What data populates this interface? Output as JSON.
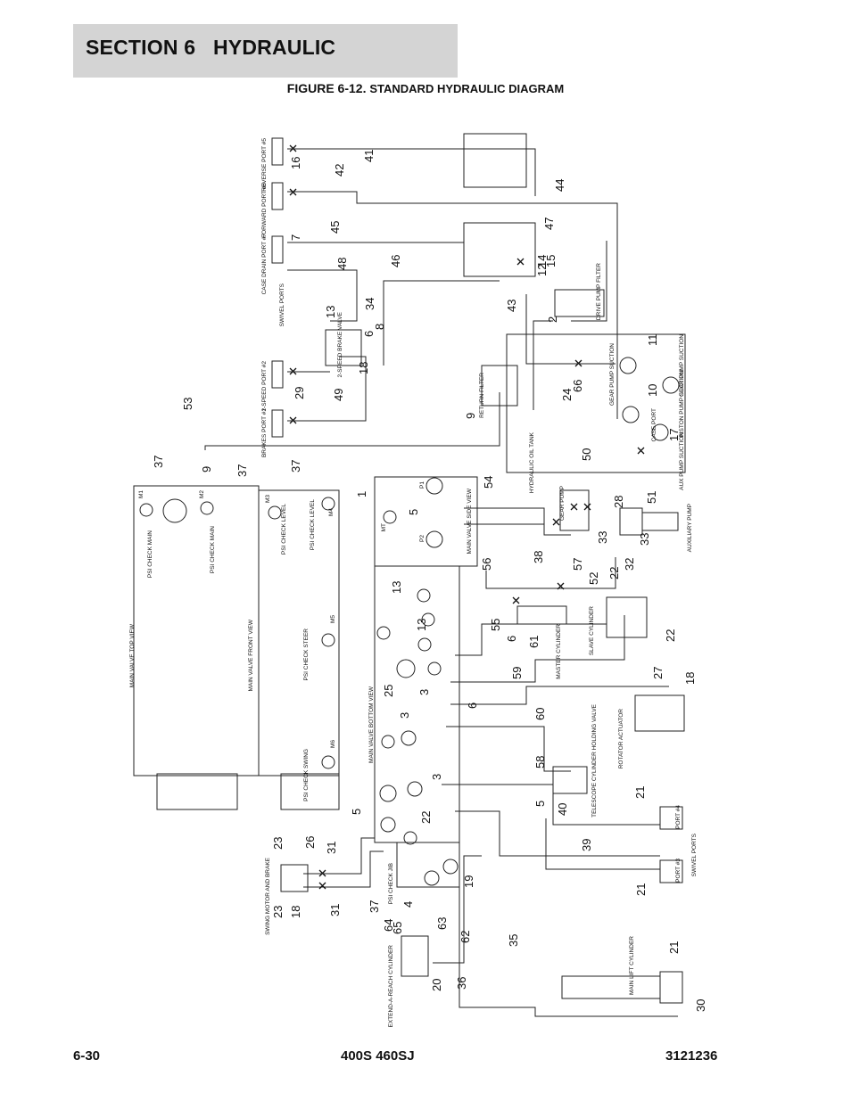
{
  "header": {
    "section_title": "SECTION 6   HYDRAULIC",
    "figure_label": "FIGURE 6-12.",
    "figure_caption": "STANDARD HYDRAULIC DIAGRAM"
  },
  "footer": {
    "page_number": "6-30",
    "model": "400S 460SJ",
    "doc_number": "3121236"
  },
  "diagram": {
    "port_labels": {
      "reverse": "REVERSE PORT #5",
      "forward": "FORWARD PORT #6",
      "case_drain": "CASE DRAIN PORT #7",
      "swivel_ports_top": "SWIVEL PORTS",
      "two_speed": "2-SPEED PORT #2",
      "brakes": "BRAKES PORT #1",
      "port4": "PORT #4",
      "port3": "PORT #3",
      "swivel_ports_bottom": "SWIVEL PORTS"
    },
    "component_labels": {
      "two_speed_brake_valve": "2-SPEED BRAKE VALVE",
      "drive_pump_filter": "DRIVE PUMP FILTER",
      "return_filter": "RETURN FILTER",
      "hydraulic_oil_tank": "HYDRAULIC OIL TANK",
      "gear_pump_suction_a": "GEAR PUMP SUCTION",
      "gear_pump_suction_b": "GEAR PUMP SUCTION",
      "piston_pump_suction": "PISTON PUMP SUCTION",
      "case_port": "CASE PORT",
      "aux_pump_suction": "AUX PUMP SUCTION",
      "gear_pump": "GEAR PUMP",
      "auxiliary_pump": "AUXILIARY PUMP",
      "main_valve_side_view": "MAIN VALVE SIDE VIEW",
      "main_valve_top_view": "MAIN VALVE TOP VIEW",
      "main_valve_front_view": "MAIN VALVE FRONT VIEW",
      "main_valve_bottom_view": "MAIN VALVE BOTTOM VIEW",
      "psi_check_main_1": "PSI CHECK MAIN",
      "psi_check_main_2": "PSI CHECK MAIN",
      "psi_check_level_1": "PSI CHECK LEVEL",
      "psi_check_level_2": "PSI CHECK LEVEL",
      "psi_check_steer": "PSI CHECK STEER",
      "psi_check_swing": "PSI CHECK SWING",
      "psi_check_jib": "PSI CHECK JIB",
      "master_cylinder": "MASTER CYLINDER",
      "slave_cylinder": "SLAVE CYLINDER",
      "rotator_actuator": "ROTATOR ACTUATOR",
      "telescope_holding_valve": "TELESCOPE CYLINDER HOLDING VALVE",
      "swing_motor_and_brake": "SWING MOTOR AND BRAKE",
      "extend_a_reach_cylinder": "EXTEND-A-REACH CYLINDER",
      "main_lift_cylinder": "MAIN LIFT CYLINDER",
      "m1": "M1",
      "m2": "M2",
      "m3": "M3",
      "m4": "M4",
      "m5": "M5",
      "m6": "M6",
      "mt": "MT",
      "p1": "P1",
      "p2": "P2"
    },
    "callouts": [
      "16",
      "42",
      "41",
      "44",
      "7",
      "45",
      "48",
      "46",
      "47",
      "12",
      "14",
      "15",
      "43",
      "2",
      "13",
      "6",
      "34",
      "8",
      "18",
      "29",
      "49",
      "53",
      "9",
      "24",
      "66",
      "11",
      "10",
      "17",
      "50",
      "51",
      "28",
      "33",
      "33",
      "37",
      "9",
      "37",
      "37",
      "1",
      "5",
      "54",
      "56",
      "38",
      "57",
      "52",
      "22",
      "32",
      "22",
      "13",
      "13",
      "55",
      "6",
      "61",
      "25",
      "3",
      "59",
      "27",
      "18",
      "6",
      "60",
      "3",
      "3",
      "58",
      "5",
      "40",
      "21",
      "5",
      "22",
      "39",
      "21",
      "23",
      "26",
      "31",
      "23",
      "18",
      "31",
      "37",
      "4",
      "19",
      "64",
      "65",
      "63",
      "62",
      "20",
      "36",
      "35",
      "21",
      "30"
    ]
  }
}
